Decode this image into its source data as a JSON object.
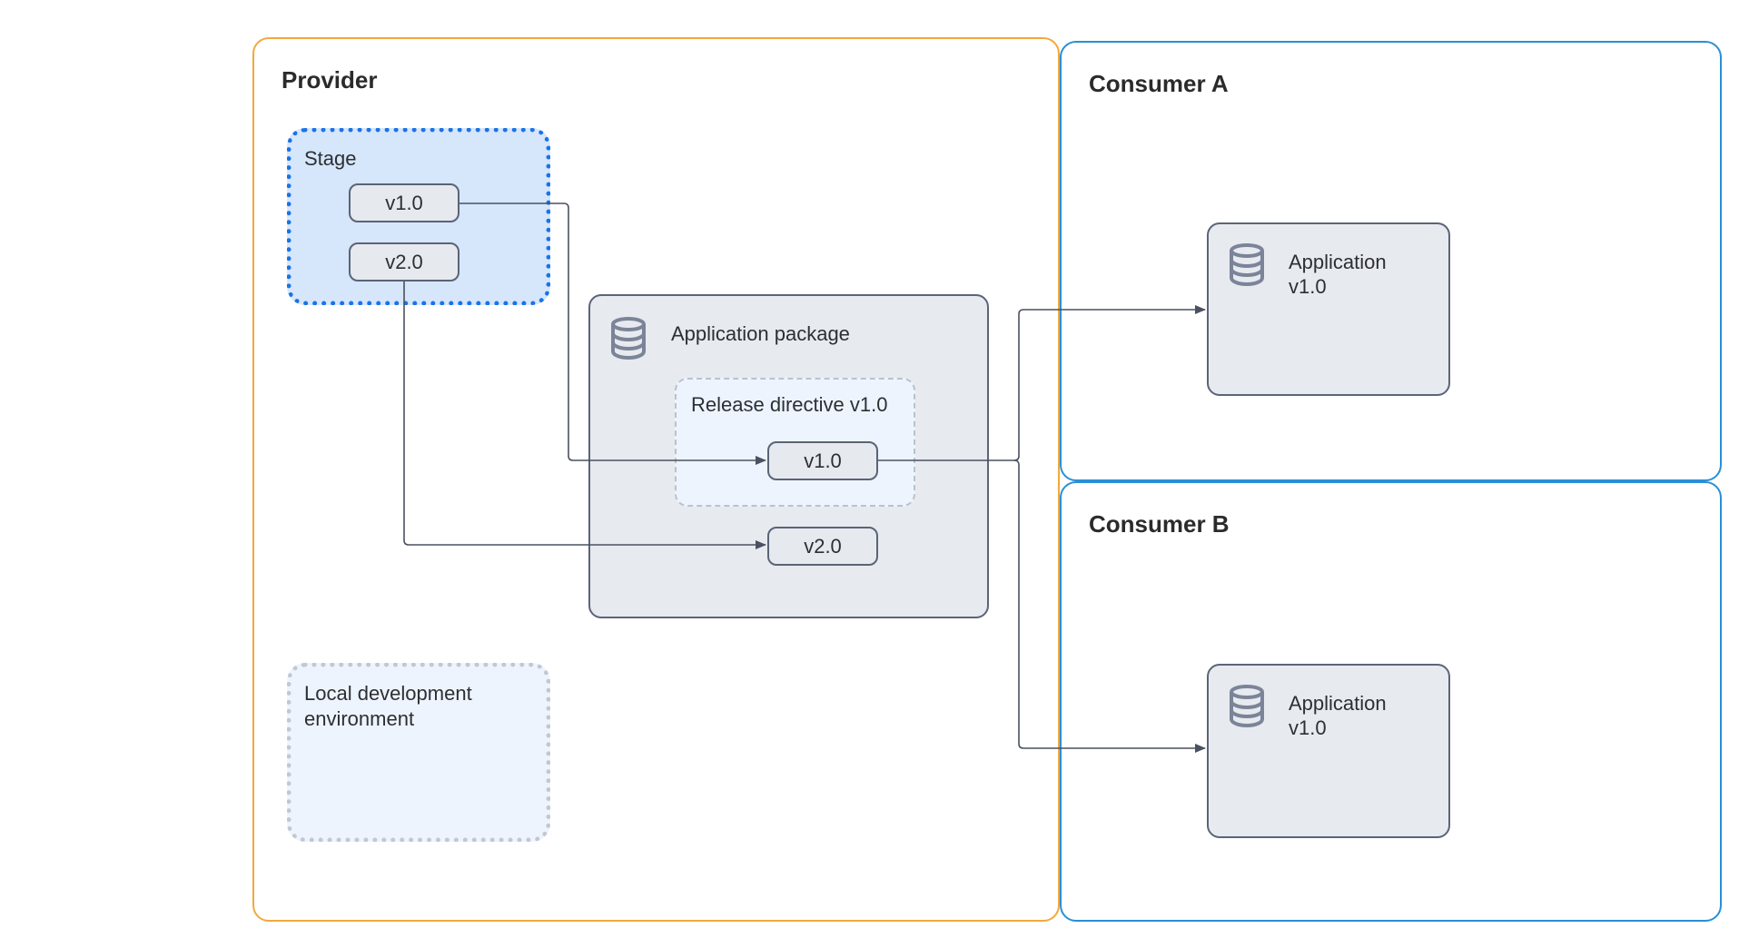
{
  "provider": {
    "title": "Provider",
    "stage": {
      "label": "Stage",
      "versions": [
        "v1.0",
        "v2.0"
      ]
    },
    "local_dev": {
      "label_line1": "Local development",
      "label_line2": "environment"
    },
    "app_package": {
      "label": "Application package",
      "release_directive": {
        "label": "Release directive v1.0",
        "version": "v1.0"
      },
      "other_version": "v2.0"
    }
  },
  "consumer_a": {
    "title": "Consumer A",
    "app": {
      "label": "Application",
      "version": "v1.0"
    }
  },
  "consumer_b": {
    "title": "Consumer B",
    "app": {
      "label": "Application",
      "version": "v1.0"
    }
  },
  "colors": {
    "provider_border": "#f2a93b",
    "consumer_border": "#2a8fd6",
    "stage_fill": "#d6e6fb",
    "stage_border": "#1a73e8",
    "connector": "#4a5160"
  },
  "icons": {
    "database": "database-icon"
  }
}
